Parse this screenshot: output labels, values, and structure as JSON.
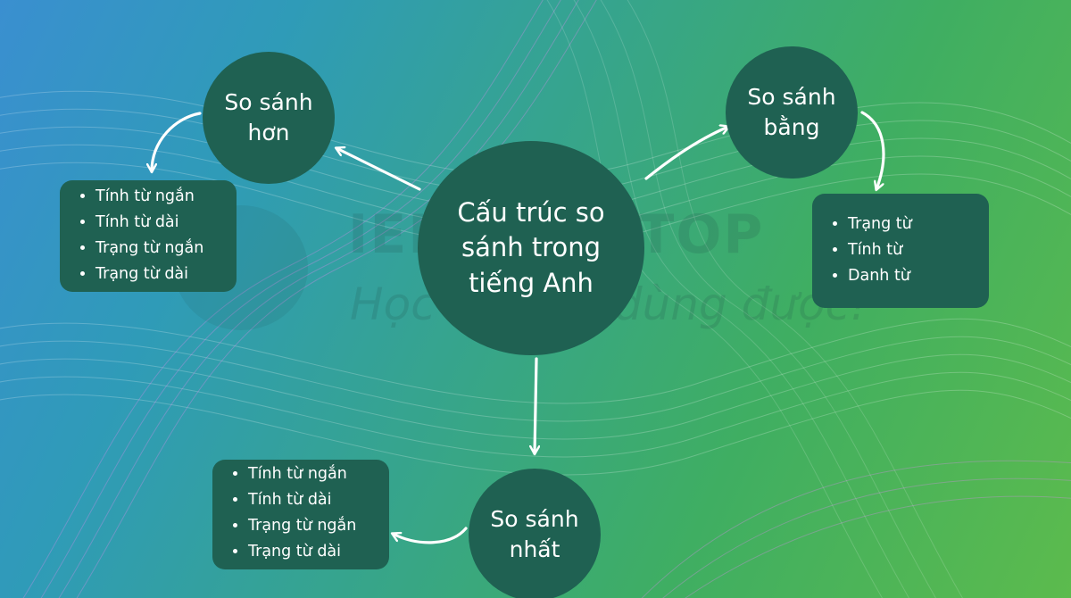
{
  "center": {
    "label": "Cấu trúc so sánh trong tiếng Anh"
  },
  "nodes": {
    "so_sanh_hon": {
      "label": "So sánh hơn",
      "items": [
        "Tính từ ngắn",
        "Tính từ dài",
        "Trạng từ ngắn",
        "Trạng từ dài"
      ]
    },
    "so_sanh_bang": {
      "label": "So sánh bằng",
      "items": [
        "Trạng từ",
        "Tính từ",
        "Danh từ"
      ]
    },
    "so_sanh_nhat": {
      "label": "So sánh nhất",
      "items": [
        "Tính từ ngắn",
        "Tính từ dài",
        "Trạng từ ngắn",
        "Trạng từ dài"
      ]
    }
  },
  "watermark": {
    "brand": "IELTS VIETOP",
    "tagline": "Học là phải dùng được!"
  },
  "colors": {
    "node_fill": "#1f6152",
    "text": "#ffffff",
    "arrow": "#ffffff"
  }
}
